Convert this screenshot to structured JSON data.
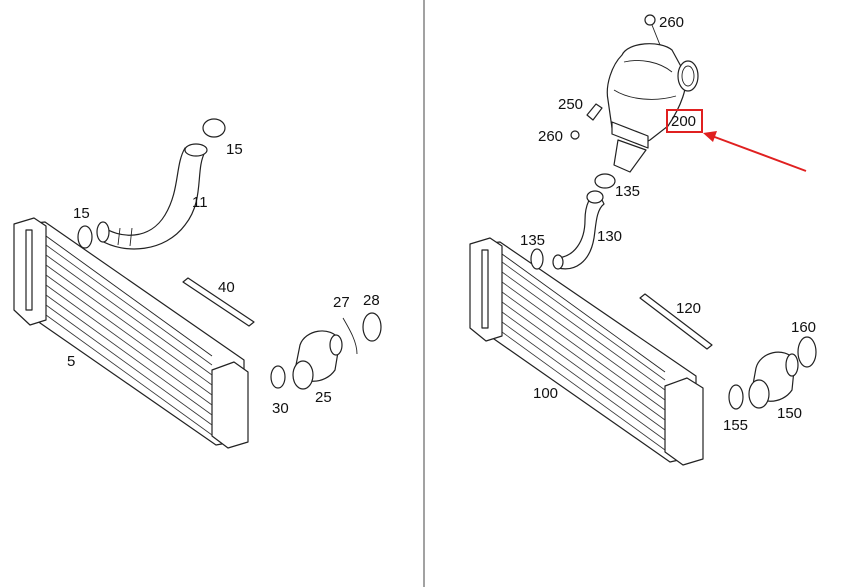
{
  "left_panel": {
    "labels": {
      "p5": "5",
      "p11": "11",
      "p15a": "15",
      "p15b": "15",
      "p25": "25",
      "p27": "27",
      "p28": "28",
      "p30": "30",
      "p40": "40"
    }
  },
  "right_panel": {
    "labels": {
      "p100": "100",
      "p120": "120",
      "p130": "130",
      "p135a": "135",
      "p135b": "135",
      "p150": "150",
      "p155": "155",
      "p160": "160",
      "p200": "200",
      "p250": "250",
      "p260a": "260",
      "p260b": "260"
    },
    "highlight": {
      "label_key": "p200",
      "color": "#e02020"
    }
  }
}
